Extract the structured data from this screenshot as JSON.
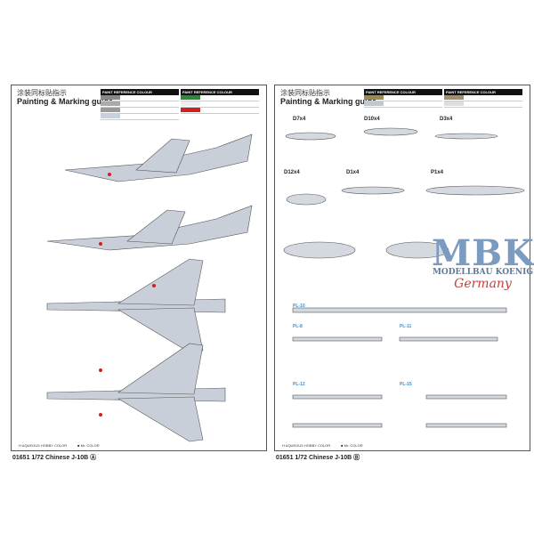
{
  "left": {
    "title_cn": "涂装同标贴指示",
    "title_en": "Painting & Marking guide",
    "paint_table_header": "PAINT REFERENCE COLOUR",
    "legend_aqueous": "H AQUEOUS HOBBY COLOR",
    "legend_mr": "■ Mr. COLOR",
    "footer": "01651 1/72 Chinese J-10B Ⓐ"
  },
  "right": {
    "title_cn": "涂装同标贴指示",
    "title_en": "Painting & Marking guide",
    "paint_table_header": "PAINT REFERENCE COLOUR",
    "legend_aqueous": "H AQUEOUS HOBBY COLOR",
    "legend_mr": "■ Mr. COLOR",
    "footer": "01651 1/72 Chinese J-10B Ⓑ",
    "stores": [
      "D7x4",
      "D10x4",
      "D3x4",
      "D12x4",
      "D1x4",
      "P1x4"
    ],
    "missiles": [
      "PL-10",
      "PL-8",
      "PL-11",
      "PL-12",
      "PL-15"
    ]
  },
  "watermark": {
    "brand": "MBK",
    "sub": "MODELLBAU KOENIG",
    "country": "Germany"
  }
}
